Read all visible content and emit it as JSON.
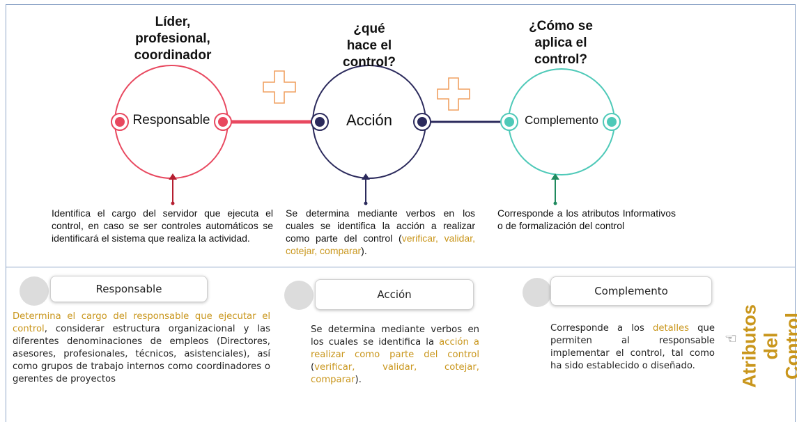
{
  "top": {
    "questions": {
      "responsable": "Líder,\nprofesional,\ncoordinador",
      "accion": "¿qué\nhace el\ncontrol?",
      "complemento": "¿Cómo se\naplica el\ncontrol?"
    },
    "circles": {
      "responsable": "Responsable",
      "accion": "Acción",
      "complemento": "Complemento"
    },
    "descriptions": {
      "responsable": "Identifica el cargo del servidor que ejecuta el control, en caso se ser controles automáticos se identificará el sistema que realiza la actividad.",
      "accion_text": "Se determina mediante verbos en los cuales se identifica la acción a realizar como parte del control (",
      "accion_highlight": "verificar, validar, cotejar, comparar",
      "accion_end": ").",
      "complemento": "Corresponde a los atributos Informativos o de formalización del control"
    }
  },
  "bottom": {
    "cards": {
      "responsable": {
        "title": "Responsable",
        "highlight": "Determina el cargo del responsable que ejecutar el control",
        "text": ", considerar estructura organizacional y las diferentes denominaciones de empleos (Directores, asesores, profesionales, técnicos, asistenciales), así como grupos de trabajo internos como coordinadores o gerentes de proyectos"
      },
      "accion": {
        "title": "Acción",
        "text_a": "Se determina mediante verbos en los cuales se identifica la ",
        "highlight_a": "acción a realizar como parte del control",
        "text_b": " (",
        "highlight_b": "verificar, validar, cotejar, comparar",
        "text_c": ")."
      },
      "complemento": {
        "title": "Complemento",
        "text_a": "Corresponde a los ",
        "highlight": "detalles",
        "text_b": " que permiten al responsable implementar el control, tal como ha sido establecido o diseñado."
      }
    },
    "side_title": "Atributos\ndel Control",
    "hand_icon": "pointing-hand-icon"
  },
  "colors": {
    "responsable": "#e8485f",
    "accion": "#2b2a5c",
    "complemento": "#4ec9b8",
    "plus": "#f0a060",
    "accent": "#c9961c"
  }
}
